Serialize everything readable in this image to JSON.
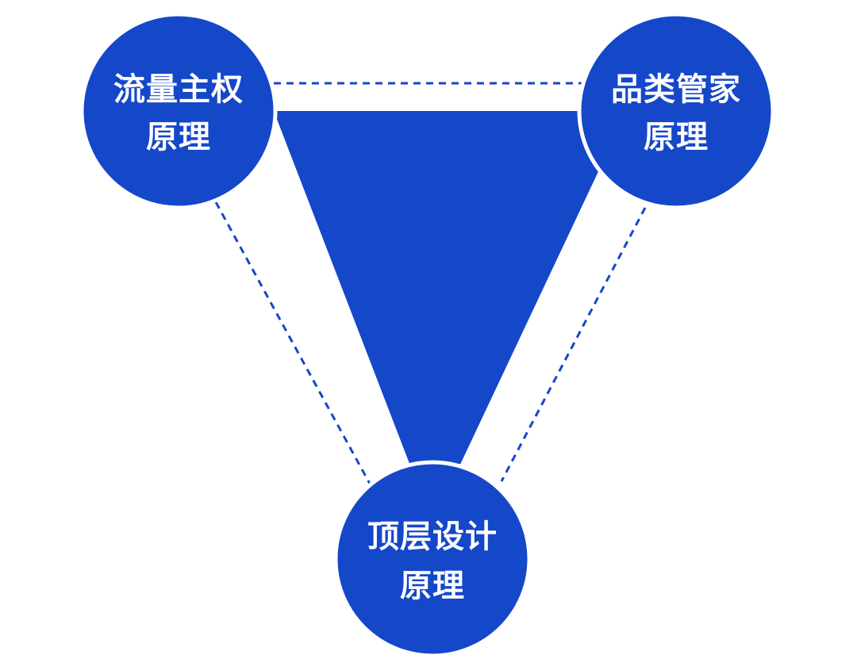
{
  "colors": {
    "primary_blue": "#1547c9",
    "white": "#ffffff",
    "dash": "#1547c9"
  },
  "nodes": [
    {
      "id": "traffic",
      "line1": "流量主权",
      "line2": "原理"
    },
    {
      "id": "category",
      "line1": "品类管家",
      "line2": "原理"
    },
    {
      "id": "toplevel",
      "line1": "顶层设计",
      "line2": "原理"
    }
  ]
}
